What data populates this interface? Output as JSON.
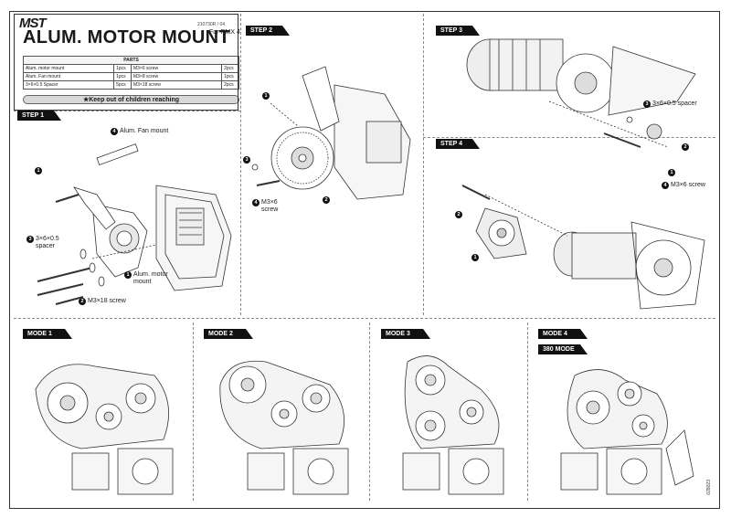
{
  "brand": "MST",
  "doc_code": "210730R / 04",
  "for_model": "For RMX 4",
  "title": "ALUM. MOTOR MOUNT",
  "parts": {
    "header": "PARTS",
    "rows": [
      {
        "left_name": "Alum. motor mount",
        "left_qty": "1pcs",
        "right_name": "M3×6 screw",
        "right_qty": "2pcs"
      },
      {
        "left_name": "Alum. Fan mount",
        "left_qty": "1pcs",
        "right_name": "M3×8 screw",
        "right_qty": "1pcs"
      },
      {
        "left_name": "3×6×0.5 Spacer",
        "left_qty": "5pcs",
        "right_name": "M3×18 screw",
        "right_qty": "2pcs"
      }
    ]
  },
  "warning": "★Keep out of children reaching",
  "steps": {
    "step1": "STEP 1",
    "step2": "STEP 2",
    "step3": "STEP 3",
    "step4": "STEP 4"
  },
  "callouts": {
    "s1_fan_mount": {
      "num": "4",
      "text": "Alum. Fan mount"
    },
    "s1_n1": {
      "num": "1",
      "text": ""
    },
    "s1_spacer": {
      "num": "3",
      "text": "3×6×0.5\nspacer"
    },
    "s1_motor_mount": {
      "num": "1",
      "text": "Alum. motor\nmount"
    },
    "s1_screw": {
      "num": "2",
      "text": "M3×18 screw"
    },
    "s2_n1": {
      "num": "1",
      "text": ""
    },
    "s2_n3": {
      "num": "3",
      "text": ""
    },
    "s2_screw": {
      "num": "4",
      "text": "M3×6\nscrew"
    },
    "s2_n2": {
      "num": "2",
      "text": ""
    },
    "s3_spacer": {
      "num": "3",
      "text": "3×6×0.5 spacer"
    },
    "s3_n2": {
      "num": "2",
      "text": ""
    },
    "s3_n1": {
      "num": "1",
      "text": ""
    },
    "s3_screw": {
      "num": "4",
      "text": "M3×6 screw"
    },
    "s4_n2": {
      "num": "2",
      "text": ""
    },
    "s4_n1": {
      "num": "1",
      "text": ""
    }
  },
  "modes": {
    "mode1": "MODE 1",
    "mode2": "MODE 2",
    "mode3": "MODE 3",
    "mode4": "MODE 4",
    "mode4_sub": "380 MODE"
  },
  "vertical_code": "028023"
}
